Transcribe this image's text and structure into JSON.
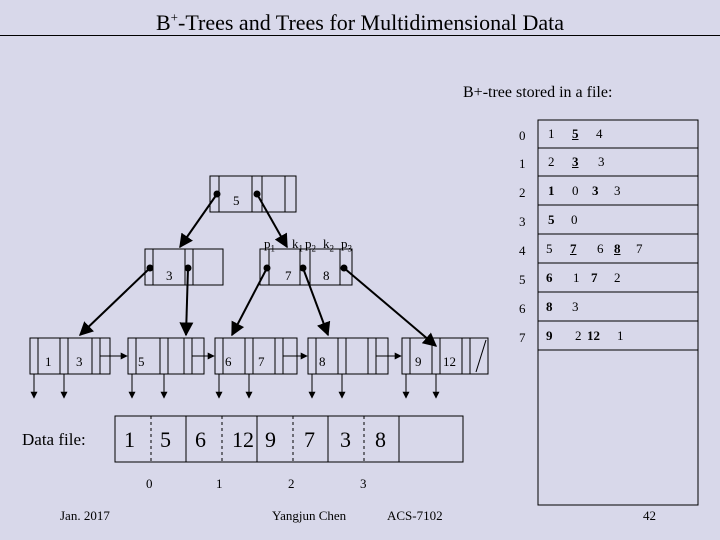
{
  "title": {
    "main": "B",
    "sup": "+",
    "rest": "-Trees and Trees for Multidimensional Data"
  },
  "subtitle": "B+-tree stored in a file:",
  "file_rows": [
    {
      "idx": "0",
      "cells": [
        "1",
        "5",
        "4"
      ]
    },
    {
      "idx": "1",
      "cells": [
        "2",
        "3",
        "3"
      ]
    },
    {
      "idx": "2",
      "cells": [
        "1",
        "0",
        "3",
        "3"
      ]
    },
    {
      "idx": "3",
      "cells": [
        "5",
        "0"
      ]
    },
    {
      "idx": "4",
      "cells": [
        "5",
        "7",
        "6",
        "8",
        "7"
      ]
    },
    {
      "idx": "5",
      "cells": [
        "6",
        "1",
        "7",
        "2"
      ]
    },
    {
      "idx": "6",
      "cells": [
        "8",
        "3"
      ]
    },
    {
      "idx": "7",
      "cells": [
        "9",
        "2",
        "12",
        "1"
      ]
    }
  ],
  "tree": {
    "root_key": "5",
    "pointer_labels": {
      "p1": "p",
      "p1s": "1",
      "k1": "k",
      "k1s": "1",
      "p2": "p",
      "p2s": "2",
      "k2": "k",
      "k2s": "2",
      "p3": "p",
      "p3s": "3"
    },
    "internal_left": [
      "3"
    ],
    "internal_right": [
      "7",
      "8"
    ],
    "leaves": [
      [
        "1",
        "3"
      ],
      [
        "5"
      ],
      [
        "6",
        "7"
      ],
      [
        "8"
      ],
      [
        "9",
        "12"
      ]
    ]
  },
  "data_file": {
    "label": "Data file:",
    "values": [
      "1",
      "5",
      "6",
      "12",
      "9",
      "7",
      "3",
      "8"
    ],
    "block_numbers": [
      "0",
      "1",
      "2",
      "3"
    ]
  },
  "footer": {
    "date": "Jan. 2017",
    "author": "Yangjun Chen",
    "course": "ACS-7102",
    "page": "42"
  }
}
